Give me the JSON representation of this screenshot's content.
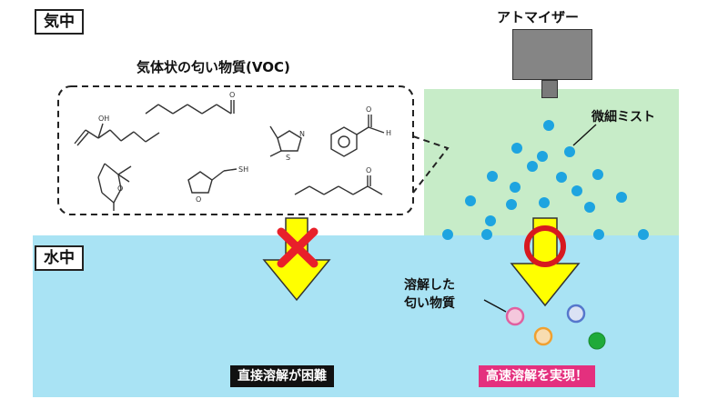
{
  "labels": {
    "air": "気中",
    "water": "水中",
    "voc_title": "気体状の匂い物質(VOC)",
    "atomizer": "アトマイザー",
    "mist": "微細ミスト",
    "dissolved_line1": "溶解した",
    "dissolved_line2": "匂い物質",
    "fail_badge": "直接溶解が困難",
    "success_badge": "高速溶解を実現！"
  },
  "molecule_atoms": {
    "oh": "OH",
    "o_aldehyde": "O",
    "n": "N",
    "s": "S",
    "h": "H",
    "o_benz": "O",
    "o_ether": "O",
    "sh": "SH",
    "o_furan": "O",
    "o_ketone": "O"
  },
  "colors": {
    "water": "#a9e3f4",
    "mist_zone": "#c7ecc8",
    "droplet": "#1ea4e0",
    "arrow_fill": "#ffff00",
    "cross": "#e8202a",
    "circle_mark": "#d7191f",
    "success_badge": "#e4307e",
    "dissolved_pink": "#e060a0",
    "dissolved_orange": "#f0a030",
    "dissolved_blue": "#5577cc",
    "dissolved_green": "#1faa3a"
  },
  "icons": {
    "fail_mark": "cross-mark",
    "success_mark": "circle-mark"
  }
}
